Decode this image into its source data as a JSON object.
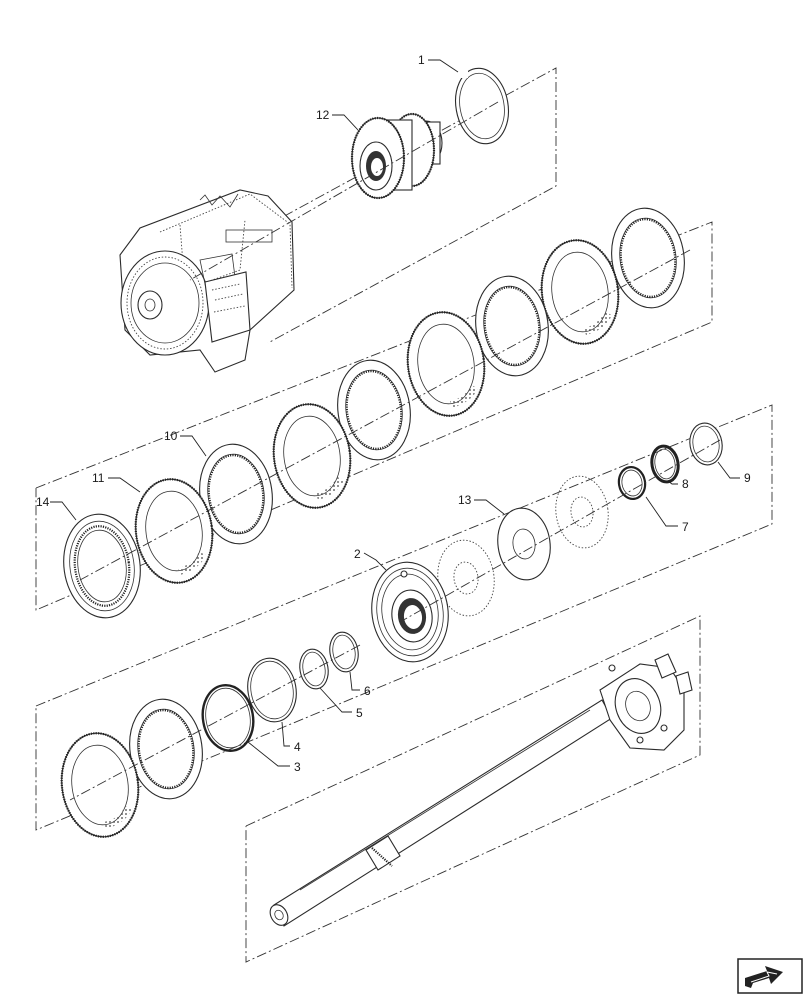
{
  "diagram": {
    "callouts": [
      {
        "id": "1",
        "text": "1"
      },
      {
        "id": "2",
        "text": "2"
      },
      {
        "id": "3",
        "text": "3"
      },
      {
        "id": "4",
        "text": "4"
      },
      {
        "id": "5",
        "text": "5"
      },
      {
        "id": "6",
        "text": "6"
      },
      {
        "id": "7",
        "text": "7"
      },
      {
        "id": "8",
        "text": "8"
      },
      {
        "id": "9",
        "text": "9"
      },
      {
        "id": "10",
        "text": "10"
      },
      {
        "id": "11",
        "text": "11"
      },
      {
        "id": "12",
        "text": "12"
      },
      {
        "id": "13",
        "text": "13"
      },
      {
        "id": "14",
        "text": "14"
      }
    ],
    "nav_icon": "arrow-icon"
  }
}
